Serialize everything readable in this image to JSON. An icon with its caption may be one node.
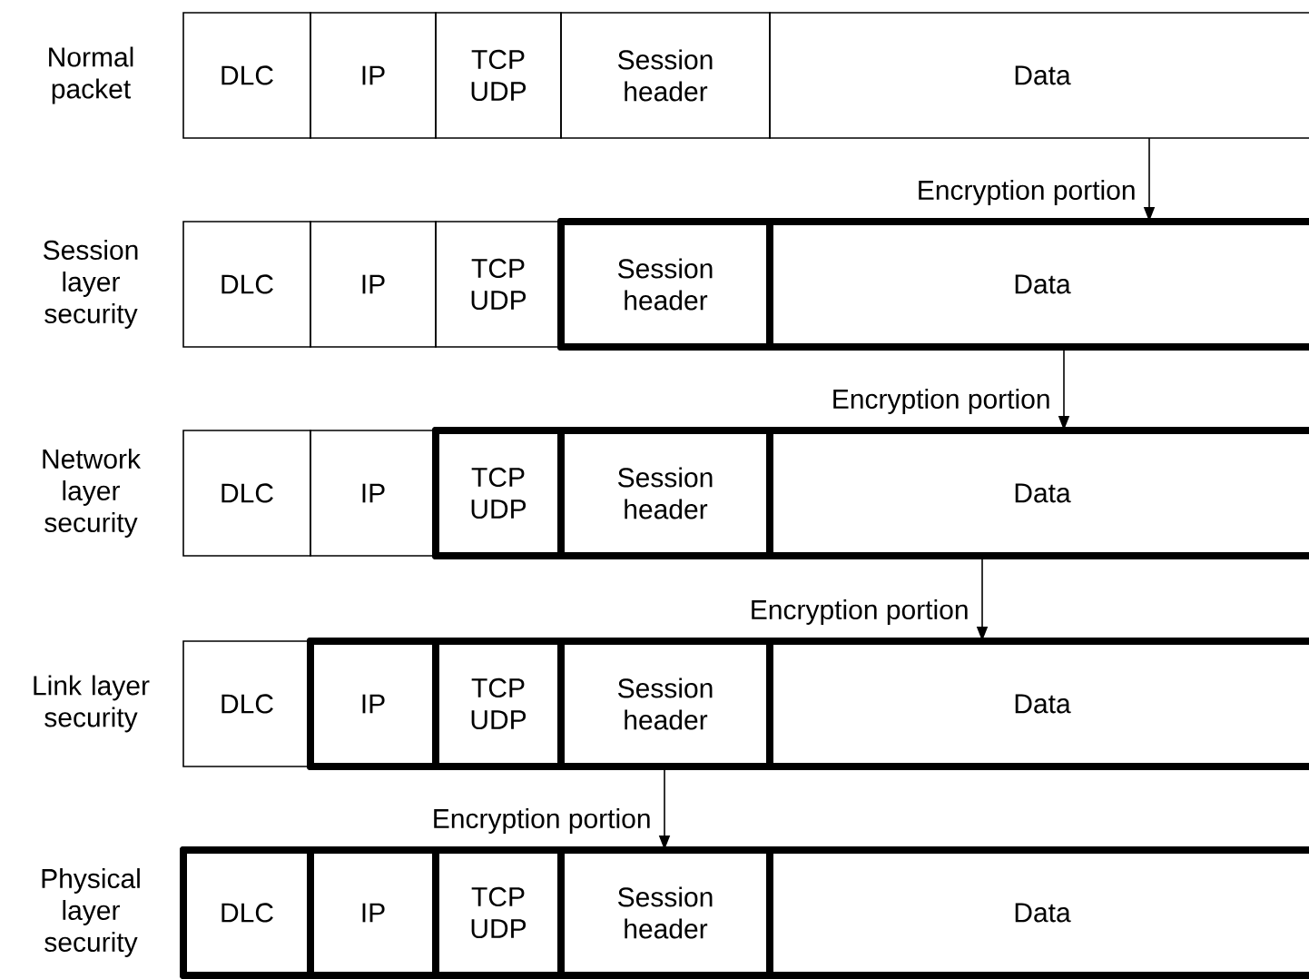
{
  "diagram": {
    "nodes": [
      {
        "text": [
          "DLC"
        ]
      },
      {
        "text": [
          "IP"
        ]
      },
      {
        "text": [
          "TCP UDP"
        ]
      },
      {
        "text": [
          "Session header"
        ]
      },
      {
        "text": [
          "Data"
        ]
      },
      {
        "text": [
          "DLC"
        ]
      },
      {
        "text": [
          "IP"
        ]
      },
      {
        "text": [
          "TCP UDP"
        ]
      },
      {
        "text": [],
        "shape": "box"
      },
      {
        "text": [
          "Session header"
        ],
        "in": 8
      },
      {
        "text": [
          "Data"
        ],
        "in": 8
      },
      {
        "text": [
          "DLC"
        ]
      },
      {
        "text": [
          "IP"
        ]
      },
      {
        "text": [],
        "shape": "box"
      },
      {
        "text": [
          "TCP UDP"
        ],
        "in": 13
      },
      {
        "text": [
          "Session header"
        ],
        "in": 13
      },
      {
        "text": [
          "Data"
        ],
        "in": 13
      },
      {
        "text": [
          "DLC"
        ]
      },
      {
        "text": [],
        "shape": "box"
      },
      {
        "text": [
          "IP"
        ],
        "in": 18
      },
      {
        "text": [
          "TCP UDP"
        ],
        "in": 18
      },
      {
        "text": [
          "Session header"
        ],
        "in": 18
      },
      {
        "text": [
          "Data"
        ],
        "in": 18
      },
      {
        "text": [],
        "shape": "box"
      },
      {
        "text": [
          "DLC"
        ],
        "in": 23
      },
      {
        "text": [
          "IP"
        ],
        "in": 23
      },
      {
        "text": [
          "TCP UDP"
        ],
        "in": 23
      },
      {
        "text": [
          "Session header"
        ],
        "in": 23
      },
      {
        "text": [
          "Data"
        ],
        "in": 23
      }
    ],
    "edges": [
      {
        "from": 4,
        "to": 8,
        "arrow": "to",
        "label": "Encryption portion"
      },
      {
        "from": 10,
        "to": 13,
        "arrow": "to",
        "label": "Encryption portion"
      },
      {
        "from": 16,
        "to": 18,
        "arrow": "to",
        "label": "Encryption portion"
      },
      {
        "from": 21,
        "to": 23,
        "arrow": "to",
        "label": "Encryption portion"
      }
    ],
    "labels": [
      "Normal packet",
      "Session layer security",
      "Network layer security",
      "Link layer security",
      "Physical layer security"
    ]
  }
}
